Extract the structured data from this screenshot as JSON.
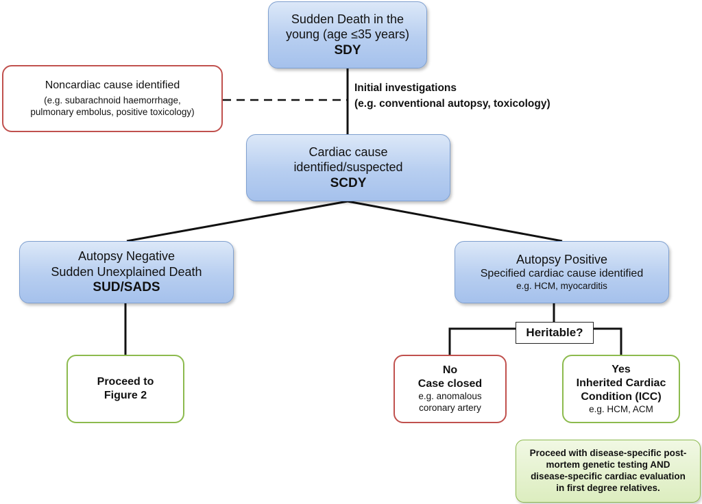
{
  "nodes": {
    "sdy": {
      "line1": "Sudden  Death in the",
      "line2": "young  (age ≤35 years)",
      "acronym": "SDY"
    },
    "noncardiac": {
      "title": "Noncardiac cause identified",
      "detail1": "(e.g. subarachnoid haemorrhage,",
      "detail2": "pulmonary embolus, positive toxicology)"
    },
    "investigations": {
      "line1": "Initial investigations",
      "line2": "(e.g. conventional autopsy, toxicology)"
    },
    "scdy": {
      "line1": "Cardiac cause",
      "line2": "identified/suspected",
      "acronym": "SCDY"
    },
    "autopsy_negative": {
      "line1": "Autopsy  Negative",
      "line2": "Sudden  Unexplained Death",
      "acronym": "SUD/SADS"
    },
    "autopsy_positive": {
      "line1": "Autopsy  Positive",
      "line2": "Specified  cardiac cause identified",
      "line3": "e.g. HCM,  myocarditis"
    },
    "heritable": {
      "label": "Heritable?"
    },
    "proceed_fig2": {
      "line1": "Proceed to",
      "line2": "Figure 2"
    },
    "no": {
      "line1": "No",
      "line2": "Case closed",
      "line3": "e.g. anomalous",
      "line4": "coronary artery"
    },
    "yes": {
      "line1": "Yes",
      "line2": "Inherited Cardiac",
      "line3": "Condition (ICC)",
      "line4": "e.g. HCM,  ACM"
    },
    "genetic": {
      "line1": "Proceed with disease-specific post-",
      "line2": "mortem genetic testing AND",
      "line3": "disease-specific cardiac evaluation",
      "line4": "in first degree relatives."
    }
  },
  "colors": {
    "blue_fill": "#b7cef0",
    "blue_border": "#7e9fcf",
    "red_border": "#c0504d",
    "green_border": "#8cba4d",
    "green_fill": "#dcedbf",
    "line": "#111111"
  }
}
